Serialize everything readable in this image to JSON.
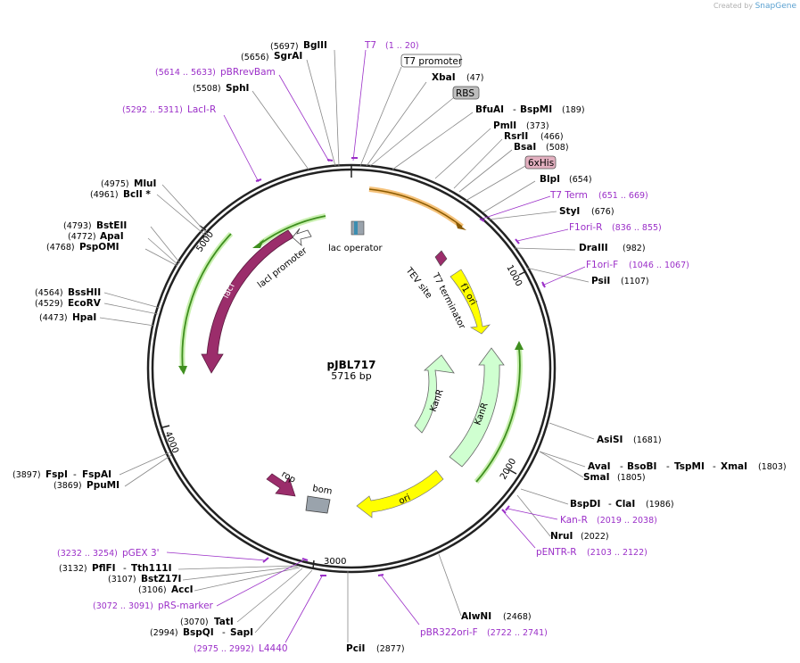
{
  "watermark": {
    "prefix": "Created by",
    "brand": "SnapGene"
  },
  "plasmid": {
    "name": "pJBL717",
    "size": "5716 bp"
  },
  "ticks": [
    "1000",
    "2000",
    "3000",
    "4000",
    "5000"
  ],
  "features": {
    "lac_operator": "lac operator",
    "laci_promoter": "lacI promoter",
    "laci": "lacI",
    "tev_site": "TEV site",
    "t7_terminator": "T7 terminator",
    "f1_ori": "f1 ori",
    "kanr_inner": "KanR",
    "kanr_outer": "KanR",
    "ori": "ori",
    "rop": "rop",
    "bom": "bom"
  },
  "boxed": {
    "t7_promoter": "T7 promoter",
    "rbs": "RBS",
    "his": "6xHis"
  },
  "enzymes": {
    "bglii": {
      "name": "BglII",
      "pos": "(5697)"
    },
    "sgrai": {
      "name": "SgrAI",
      "pos": "(5656)"
    },
    "sphi": {
      "name": "SphI",
      "pos": "(5508)"
    },
    "xbai": {
      "name": "XbaI",
      "pos": "(47)"
    },
    "bfuai": {
      "name": "BfuAI",
      "name2": "BspMI",
      "pos": "(189)"
    },
    "pmli": {
      "name": "PmlI",
      "pos": "(373)"
    },
    "rsrii": {
      "name": "RsrII",
      "pos": "(466)"
    },
    "bsai": {
      "name": "BsaI",
      "pos": "(508)"
    },
    "blpi": {
      "name": "BlpI",
      "pos": "(654)"
    },
    "styi": {
      "name": "StyI",
      "pos": "(676)"
    },
    "draiii": {
      "name": "DraIII",
      "pos": "(982)"
    },
    "psii": {
      "name": "PsiI",
      "pos": "(1107)"
    },
    "mlui": {
      "name": "MluI",
      "pos": "(4975)"
    },
    "bcli": {
      "name": "BclI *",
      "pos": "(4961)"
    },
    "bsteii": {
      "name": "BstEII",
      "pos": "(4793)"
    },
    "apai": {
      "name": "ApaI",
      "pos": "(4772)"
    },
    "psponmi": {
      "name": "PspOMI",
      "pos": "(4768)"
    },
    "bsshii": {
      "name": "BssHII",
      "pos": "(4564)"
    },
    "ecorv": {
      "name": "EcoRV",
      "pos": "(4529)"
    },
    "hpai": {
      "name": "HpaI",
      "pos": "(4473)"
    },
    "asisi": {
      "name": "AsiSI",
      "pos": "(1681)"
    },
    "avai": {
      "name": "AvaI",
      "name2": "BsoBI",
      "name3": "TspMI",
      "name4": "XmaI",
      "pos": "(1803)"
    },
    "smai": {
      "name": "SmaI",
      "pos": "(1805)"
    },
    "bspdi": {
      "name": "BspDI",
      "name2": "ClaI",
      "pos": "(1986)"
    },
    "nrui": {
      "name": "NruI",
      "pos": "(2022)"
    },
    "fspi": {
      "name": "FspI",
      "name2": "FspAI",
      "pos": "(3897)"
    },
    "ppumi": {
      "name": "PpuMI",
      "pos": "(3869)"
    },
    "pflfi": {
      "name": "PflFI",
      "name2": "Tth111I",
      "pos": "(3132)"
    },
    "bstz17i": {
      "name": "BstZ17I",
      "pos": "(3107)"
    },
    "acci": {
      "name": "AccI",
      "pos": "(3106)"
    },
    "tati": {
      "name": "TatI",
      "pos": "(3070)"
    },
    "bspqi": {
      "name": "BspQI",
      "name2": "SapI",
      "pos": "(2994)"
    },
    "alwni": {
      "name": "AlwNI",
      "pos": "(2468)"
    },
    "pcii": {
      "name": "PciI",
      "pos": "(2877)"
    }
  },
  "primers": {
    "t7": {
      "name": "T7",
      "range": "(1 .. 20)"
    },
    "pbrrevbam": {
      "name": "pBRrevBam",
      "range": "(5614 .. 5633)"
    },
    "laci_r": {
      "name": "LacI-R",
      "range": "(5292 .. 5311)"
    },
    "t7term": {
      "name": "T7 Term",
      "range": "(651 .. 669)"
    },
    "f1ori_r": {
      "name": "F1ori-R",
      "range": "(836 .. 855)"
    },
    "f1ori_f": {
      "name": "F1ori-F",
      "range": "(1046 .. 1067)"
    },
    "kan_r": {
      "name": "Kan-R",
      "range": "(2019 .. 2038)"
    },
    "pentr_r": {
      "name": "pENTR-R",
      "range": "(2103 .. 2122)"
    },
    "pgex3": {
      "name": "pGEX 3'",
      "range": "(3232 .. 3254)"
    },
    "prs_marker": {
      "name": "pRS-marker",
      "range": "(3072 .. 3091)"
    },
    "l4440": {
      "name": "L4440",
      "range": "(2975 .. 2992)"
    },
    "pbr322ori_f": {
      "name": "pBR322ori-F",
      "range": "(2722 .. 2741)"
    }
  },
  "colors": {
    "backbone": "#222222",
    "orange": "#f5a623",
    "green": "#3f8f1f",
    "maroon": "#9b2d6b",
    "yellow": "#ffff00",
    "light_green": "#cfffd0",
    "gray": "#9aa3ac",
    "purple": "#9b2fc8"
  }
}
